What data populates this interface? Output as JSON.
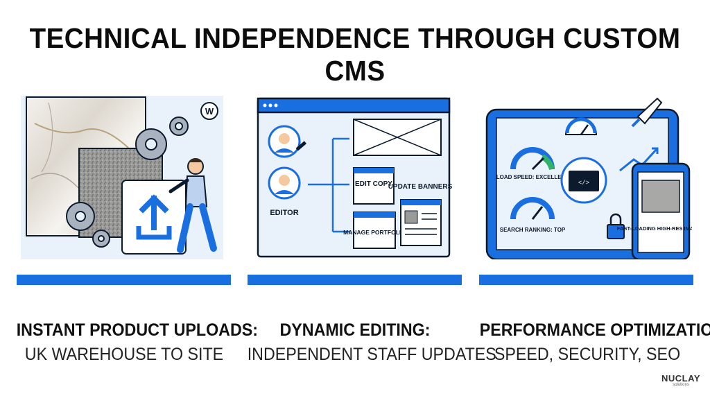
{
  "title": "TECHNICAL INDEPENDENCE THROUGH CUSTOM CMS",
  "colors": {
    "accent": "#1a6fe0",
    "panel_bg": "#e9f1fb",
    "dark": "#0c1a2e"
  },
  "panels": [
    {
      "icons": [
        "marble-texture",
        "granite-texture",
        "upload-icon",
        "gear-icon",
        "wordpress-icon",
        "person-icon"
      ],
      "heading": "INSTANT PRODUCT UPLOADS:",
      "subtitle": "UK WAREHOUSE TO SITE"
    },
    {
      "editor_label": "EDITOR",
      "edit_copy": "EDIT COPY",
      "update_banners": "UPDATE BANNERS",
      "manage_portfolio": "MANAGE PORTFOLIO",
      "heading": "DYNAMIC EDITING:",
      "subtitle": "INDEPENDENT STAFF UPDATES"
    },
    {
      "load_speed": "LOAD SPEED: EXCELLENT",
      "search_ranking": "SEARCH RANKING: TOP",
      "fast_loading": "FAST-LOADING HIGH-RES IMAGES",
      "heading": "PERFORMANCE OPTIMIZATION:",
      "subtitle": "SPEED, SECURITY, SEO"
    }
  ],
  "brand": {
    "name": "NUCLAY",
    "sub": "solutions"
  }
}
